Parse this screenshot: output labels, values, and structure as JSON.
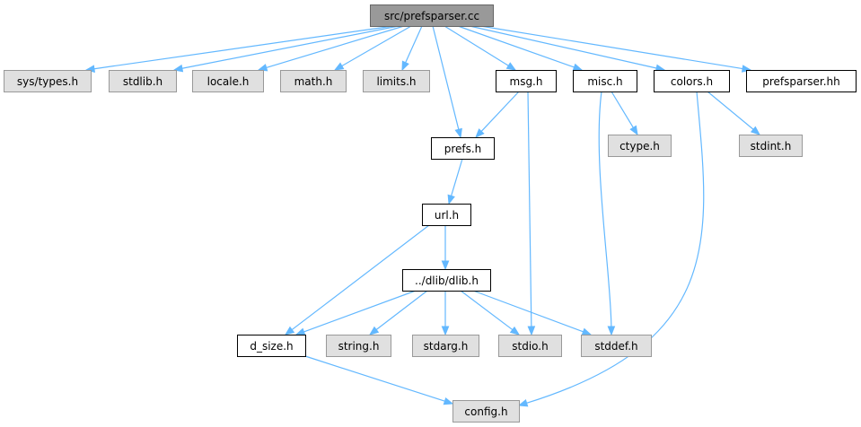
{
  "colors": {
    "edge": "#63b8ff",
    "root_fill": "#999999",
    "root_stroke": "#666666",
    "internal_fill": "#ffffff",
    "internal_stroke": "#000000",
    "external_fill": "#e0e0e0",
    "external_stroke": "#999999"
  },
  "nodes": [
    {
      "id": "root",
      "label": "src/prefsparser.cc",
      "kind": "root"
    },
    {
      "id": "systypes",
      "label": "sys/types.h",
      "kind": "external"
    },
    {
      "id": "stdlib",
      "label": "stdlib.h",
      "kind": "external"
    },
    {
      "id": "locale",
      "label": "locale.h",
      "kind": "external"
    },
    {
      "id": "math",
      "label": "math.h",
      "kind": "external"
    },
    {
      "id": "limits",
      "label": "limits.h",
      "kind": "external"
    },
    {
      "id": "msg",
      "label": "msg.h",
      "kind": "internal"
    },
    {
      "id": "misc",
      "label": "misc.h",
      "kind": "internal"
    },
    {
      "id": "colors",
      "label": "colors.h",
      "kind": "internal"
    },
    {
      "id": "prefsparserhh",
      "label": "prefsparser.hh",
      "kind": "internal"
    },
    {
      "id": "prefs",
      "label": "prefs.h",
      "kind": "internal"
    },
    {
      "id": "ctype",
      "label": "ctype.h",
      "kind": "external"
    },
    {
      "id": "stdint",
      "label": "stdint.h",
      "kind": "external"
    },
    {
      "id": "url",
      "label": "url.h",
      "kind": "internal"
    },
    {
      "id": "dlib",
      "label": "../dlib/dlib.h",
      "kind": "internal"
    },
    {
      "id": "dsize",
      "label": "d_size.h",
      "kind": "internal"
    },
    {
      "id": "string",
      "label": "string.h",
      "kind": "external"
    },
    {
      "id": "stdarg",
      "label": "stdarg.h",
      "kind": "external"
    },
    {
      "id": "stdio",
      "label": "stdio.h",
      "kind": "external"
    },
    {
      "id": "stddef",
      "label": "stddef.h",
      "kind": "external"
    },
    {
      "id": "config",
      "label": "config.h",
      "kind": "external"
    }
  ],
  "edges": [
    {
      "from": "root",
      "to": "systypes"
    },
    {
      "from": "root",
      "to": "stdlib"
    },
    {
      "from": "root",
      "to": "locale"
    },
    {
      "from": "root",
      "to": "math"
    },
    {
      "from": "root",
      "to": "limits"
    },
    {
      "from": "root",
      "to": "msg"
    },
    {
      "from": "root",
      "to": "misc"
    },
    {
      "from": "root",
      "to": "colors"
    },
    {
      "from": "root",
      "to": "prefsparserhh"
    },
    {
      "from": "root",
      "to": "prefs"
    },
    {
      "from": "msg",
      "to": "prefs"
    },
    {
      "from": "msg",
      "to": "stdio"
    },
    {
      "from": "misc",
      "to": "ctype"
    },
    {
      "from": "misc",
      "to": "stddef"
    },
    {
      "from": "colors",
      "to": "stdint"
    },
    {
      "from": "colors",
      "to": "config"
    },
    {
      "from": "prefs",
      "to": "url"
    },
    {
      "from": "url",
      "to": "dlib"
    },
    {
      "from": "url",
      "to": "dsize"
    },
    {
      "from": "dlib",
      "to": "dsize"
    },
    {
      "from": "dlib",
      "to": "string"
    },
    {
      "from": "dlib",
      "to": "stdarg"
    },
    {
      "from": "dlib",
      "to": "stdio"
    },
    {
      "from": "dlib",
      "to": "stddef"
    },
    {
      "from": "dsize",
      "to": "config"
    }
  ]
}
